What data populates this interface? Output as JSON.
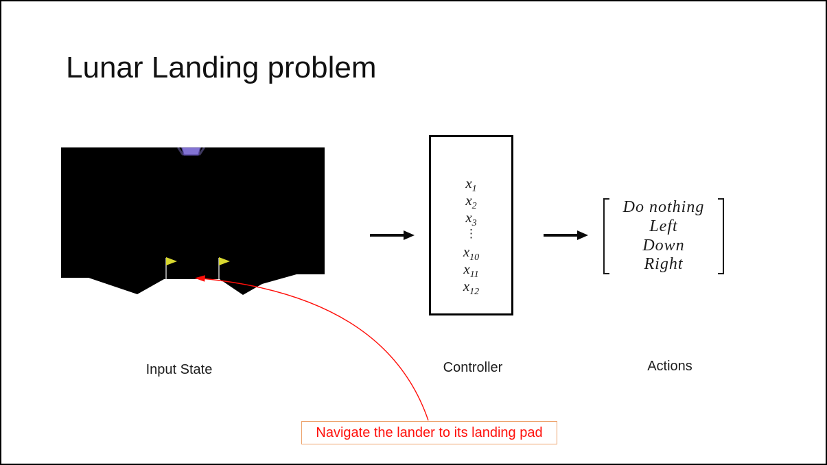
{
  "slide": {
    "title": "Lunar Landing problem"
  },
  "diagram": {
    "input_state_label": "Input State",
    "controller_label": "Controller",
    "actions_label": "Actions",
    "controller": {
      "items": [
        {
          "base": "x",
          "sub": "1"
        },
        {
          "base": "x",
          "sub": "2"
        },
        {
          "base": "x",
          "sub": "3"
        },
        {
          "base": "x",
          "sub": "10"
        },
        {
          "base": "x",
          "sub": "11"
        },
        {
          "base": "x",
          "sub": "12"
        }
      ],
      "dots": "⋮"
    },
    "actions_matrix": {
      "rows": [
        "Do nothing",
        "Left",
        "Down",
        "Right"
      ]
    }
  },
  "callout": {
    "text": "Navigate the lander to its landing pad"
  },
  "colors": {
    "accent_red": "#FF0F0A",
    "callout_border": "#EDA26B",
    "lander_fill": "#8273D3",
    "lander_outline": "#57489E",
    "lander_leg": "#3E3860",
    "flag_yellow": "#D8D830",
    "scene_black": "#000000"
  }
}
